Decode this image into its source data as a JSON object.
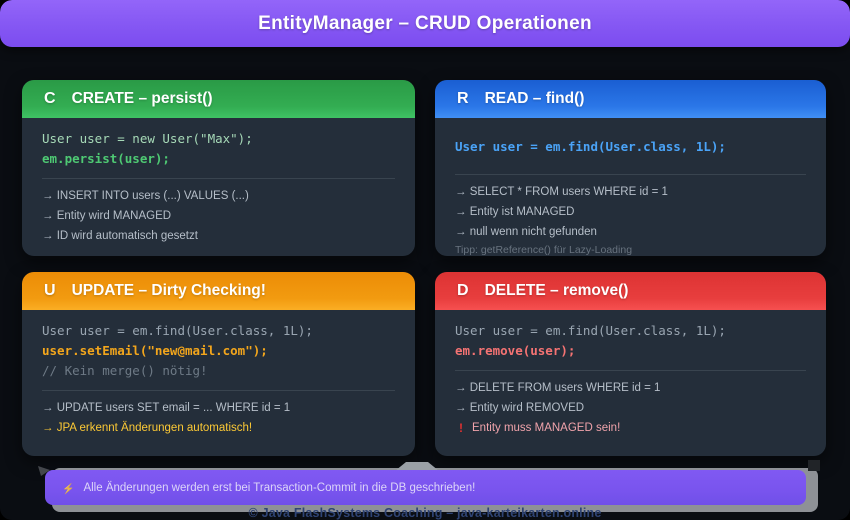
{
  "page": {
    "title": "EntityManager – CRUD Operationen"
  },
  "colors": {
    "header_purple": "#8557f3",
    "create_green": "#33ad52",
    "read_blue": "#2b77e8",
    "update_orange": "#f29b10",
    "delete_red": "#e83e3e",
    "card_bg": "#242e3a",
    "banner_purple": "#7954ee",
    "code_green": "#4ec973",
    "code_blue": "#4aa3f7",
    "code_orange": "#f3a61c",
    "code_red": "#f57373",
    "note_yellow": "#fcc935",
    "warning_pink": "#f0a3ab"
  },
  "cards": [
    {
      "letter": "C",
      "title": "CREATE – persist()",
      "code": [
        {
          "text": "User user = new User(\"Max\");"
        },
        {
          "text": "em.persist(user);"
        }
      ],
      "notes": [
        {
          "text": "→ INSERT INTO users (...) VALUES (...)"
        },
        {
          "text": "→ Entity wird MANAGED"
        },
        {
          "text": "→ ID wird automatisch gesetzt"
        }
      ]
    },
    {
      "letter": "R",
      "title": "READ – find()",
      "code": [
        {
          "text": "User user = em.find(User.class, 1L);"
        }
      ],
      "notes": [
        {
          "text": "→ SELECT * FROM users WHERE id = 1"
        },
        {
          "text": "→ Entity ist MANAGED"
        },
        {
          "text": "→ null wenn nicht gefunden"
        },
        {
          "text": "Tipp: getReference() für Lazy-Loading"
        }
      ]
    },
    {
      "letter": "U",
      "title": "UPDATE – Dirty Checking!",
      "code": [
        {
          "text": "User user = em.find(User.class, 1L);"
        },
        {
          "text": "user.setEmail(\"new@mail.com\");"
        },
        {
          "text": "// Kein merge() nötig!"
        }
      ],
      "notes": [
        {
          "text": "→ UPDATE users SET email = ... WHERE id = 1"
        },
        {
          "text": "→ JPA erkennt Änderungen automatisch!"
        }
      ]
    },
    {
      "letter": "D",
      "title": "DELETE – remove()",
      "code": [
        {
          "text": "User user = em.find(User.class, 1L);"
        },
        {
          "text": "em.remove(user);"
        }
      ],
      "notes": [
        {
          "text": "→ DELETE FROM users WHERE id = 1"
        },
        {
          "text": "→ Entity wird REMOVED"
        },
        {
          "icon": "!",
          "text": "Entity muss MANAGED sein!"
        }
      ]
    }
  ],
  "banner": {
    "icon": "⚡",
    "text": "Alle Änderungen werden erst bei Transaction-Commit in die DB geschrieben!"
  },
  "footer": {
    "text": "© Java FlashSystems Coaching – java-karteikarten.online"
  }
}
